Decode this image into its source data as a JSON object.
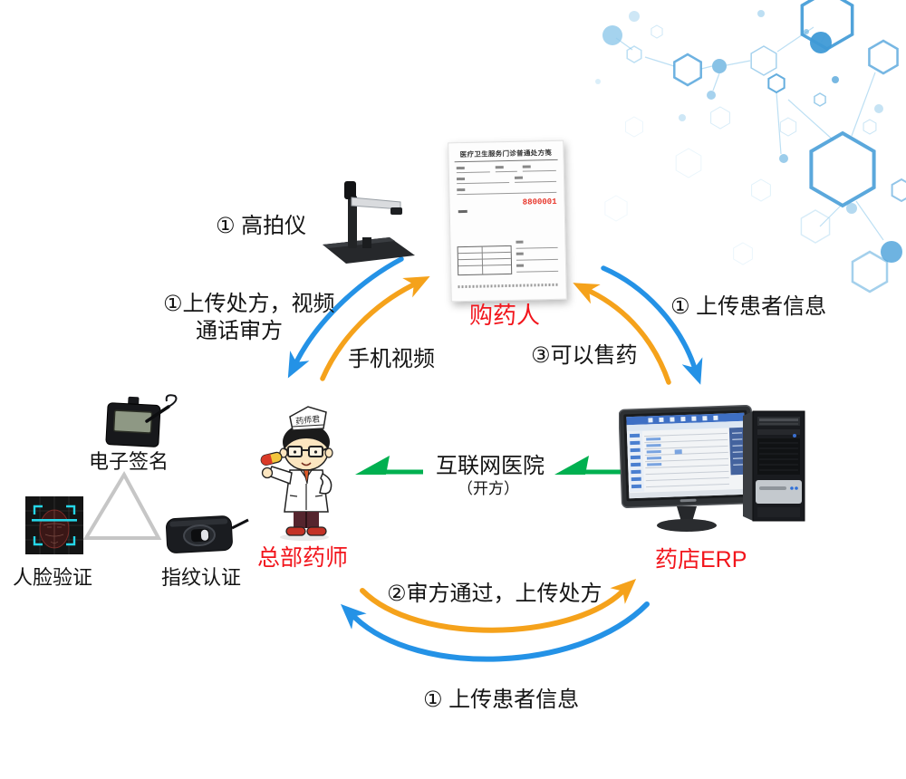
{
  "colors": {
    "blue_arrow": "#2492e6",
    "orange_arrow": "#f5a21b",
    "green_arrow": "#00b050",
    "red_label": "#f2151c",
    "text": "#141414",
    "molecule_blue": "#4aa0da"
  },
  "flow_labels": {
    "doc_camera": "① 高拍仪",
    "upload_rx_line1": "①上传处方，视频",
    "upload_rx_line2": "通话审方",
    "phone_video": "手机视频",
    "upload_patient_top": "① 上传患者信息",
    "can_sell_drugs": "③可以售药",
    "internet_hospital": "互联网医院",
    "internet_hospital_note": "（开方）",
    "review_passed": "②审方通过，上传处方",
    "upload_patient_bottom": "① 上传患者信息"
  },
  "entities": {
    "buyer": "购药人",
    "hq_pharmacist": "总部药师",
    "pharmacy_erp": "药店ERP",
    "e_signature": "电子签名",
    "face_verification": "人脸验证",
    "fingerprint_auth": "指纹认证"
  },
  "prescription": {
    "title": "医疗卫生服务门诊普通处方笺",
    "serial": "8800001"
  },
  "pharmacist": {
    "hat_text": "药师君"
  },
  "icons": {
    "doc_camera": "document-camera-icon",
    "signature_pad": "signature-pad-icon",
    "face_scan": "face-scan-icon",
    "fingerprint_reader": "fingerprint-reader-icon",
    "pharmacist_figure": "pharmacist-illustration",
    "erp_computer": "desktop-computer-illustration",
    "molecules": "molecule-network-decoration"
  }
}
